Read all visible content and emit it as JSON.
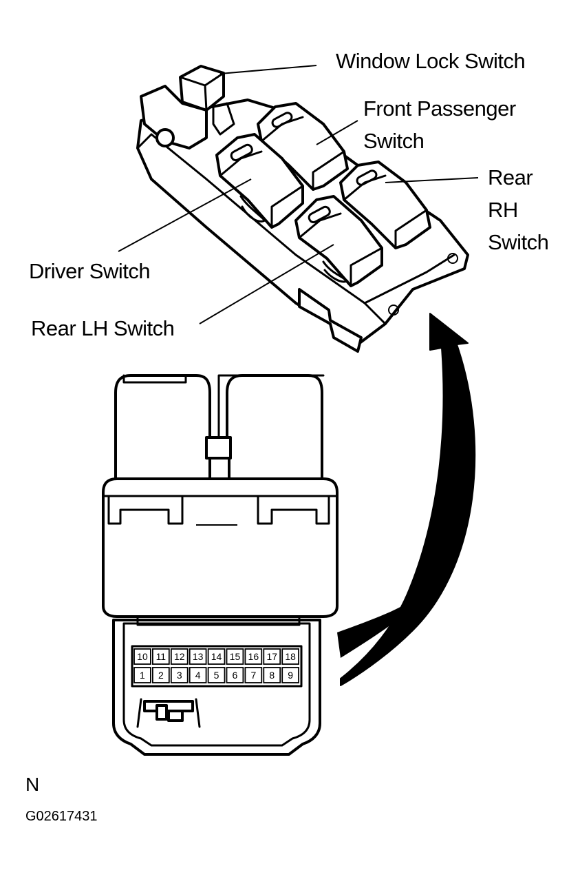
{
  "callouts": {
    "window_lock": "Window Lock Switch",
    "front_passenger_line1": "Front Passenger",
    "front_passenger_line2": "Switch",
    "rear_rh_line1": "Rear",
    "rear_rh_line2": "RH",
    "rear_rh_line3": "Switch",
    "driver": "Driver Switch",
    "rear_lh": "Rear LH Switch"
  },
  "connector": {
    "top_row": [
      "10",
      "11",
      "12",
      "13",
      "14",
      "15",
      "16",
      "17",
      "18"
    ],
    "bottom_row": [
      "1",
      "2",
      "3",
      "4",
      "5",
      "6",
      "7",
      "8",
      "9"
    ]
  },
  "footer": {
    "view_letter": "N",
    "figure_code": "G02617431"
  },
  "colors": {
    "ink": "#000000",
    "paper": "#ffffff"
  }
}
